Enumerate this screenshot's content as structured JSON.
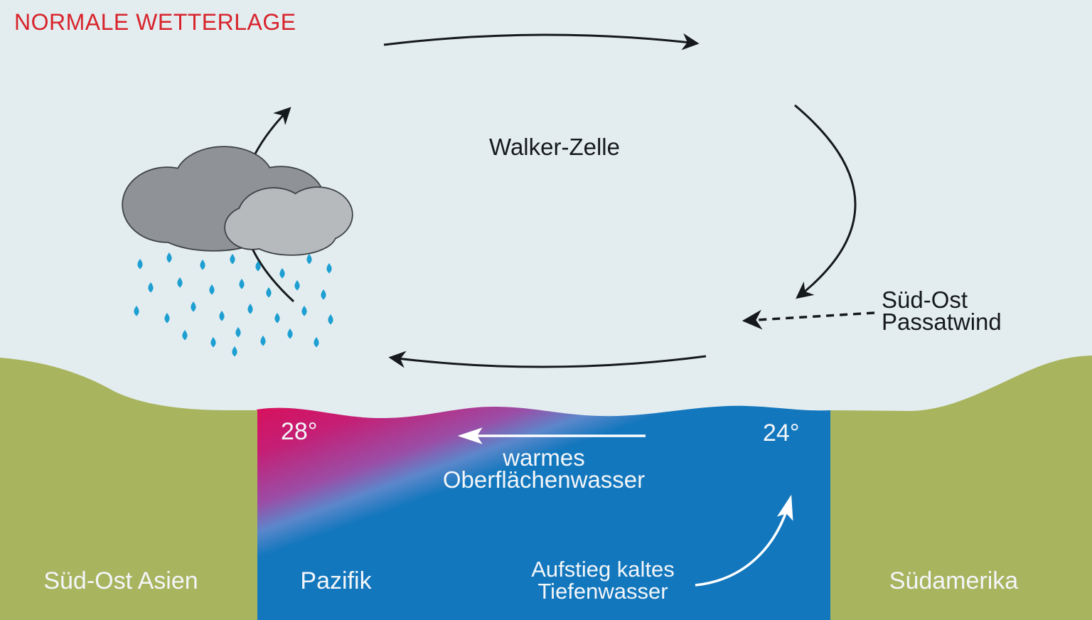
{
  "title": {
    "text": "NORMALE WETTERLAGE"
  },
  "labels": {
    "walker_cell": "Walker-Zelle",
    "trade_wind_line1": "Süd-Ost",
    "trade_wind_line2": "Passatwind",
    "temp_west": "28°",
    "temp_east": "24°",
    "warm_surface_line1": "warmes",
    "warm_surface_line2": "Oberflächenwasser",
    "upwelling_line1": "Aufstieg kaltes",
    "upwelling_line2": "Tiefenwasser",
    "region_west": "Süd-Ost Asien",
    "ocean_name": "Pazifik",
    "region_east": "Südamerika"
  },
  "icons": {
    "rain_cloud": "two overlapping gray cumulus clouds",
    "raindrops": "blue teardrop rain",
    "circulation_arrows": "curved black arrows forming the Walker circulation loop",
    "trade_wind_arrow": "dashed black arrow pointing west",
    "surface_current_arrow": "white straight arrow pointing west",
    "upwelling_arrow": "white curved arrow pointing up"
  },
  "colors": {
    "sky": "#e3edf0",
    "land-green": "#a9b45f",
    "ocean-blue": "#1377bd",
    "warm-red": "#d8105c",
    "title-red": "#d8232b",
    "ink": "#16191c",
    "white-text": "#f3f6f9",
    "cloud-dark": "#8f9397",
    "cloud-light": "#b6babd",
    "cloud-stroke": "#3d4145",
    "rain-blue": "#1d9fd1"
  }
}
